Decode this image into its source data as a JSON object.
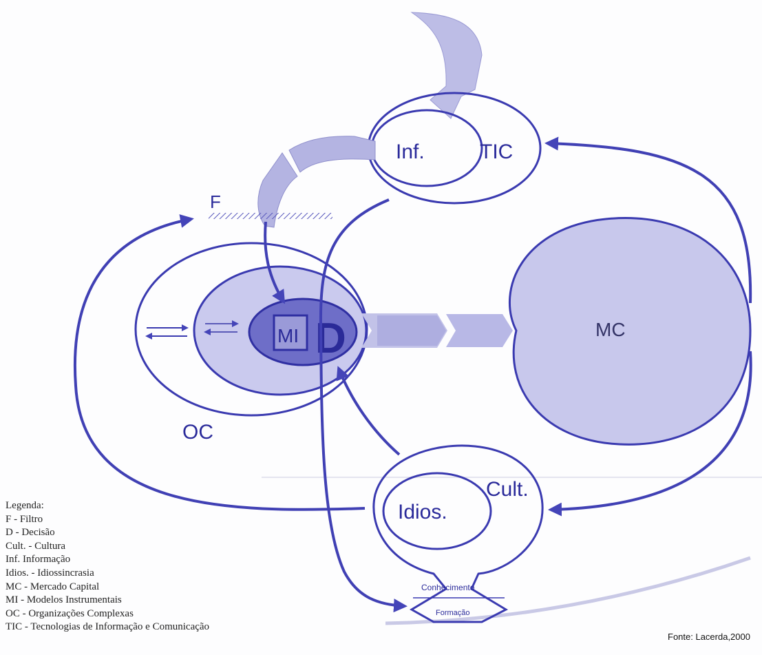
{
  "colors": {
    "ink": "#3a3ab0",
    "fill_light": "#c9c9ec",
    "fill_mid": "#a9a9de",
    "fill_dark": "#6b6bc4"
  },
  "labels": {
    "inf": "Inf.",
    "tic": "TIC",
    "f": "F",
    "oc": "OC",
    "mi": "MI",
    "d": "D",
    "mc": "MC",
    "idios": "Idios.",
    "cult": "Cult.",
    "conhecimento": "Conhecimento",
    "formacao": "Formação"
  },
  "legend": {
    "title": "Legenda:",
    "items": [
      "F - Filtro",
      "D - Decisão",
      "Cult. - Cultura",
      "Inf. Informação",
      "Idios. - Idiossincrasia",
      "MC - Mercado Capital",
      "MI - Modelos Instrumentais",
      "OC - Organizações Complexas",
      "TIC - Tecnologias de Informação e Comunicação"
    ]
  },
  "source": "Fonte: Lacerda,2000"
}
